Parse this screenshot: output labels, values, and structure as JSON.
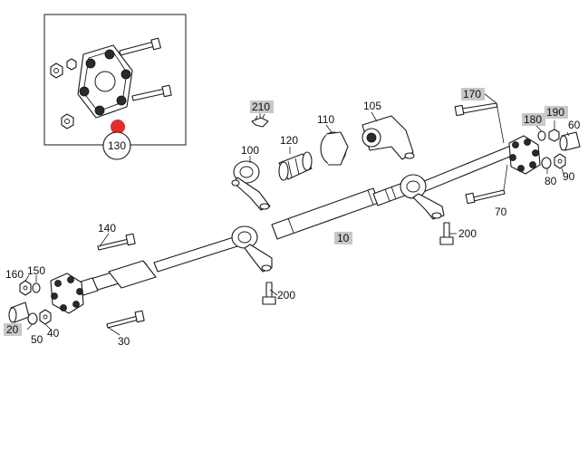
{
  "inset": {
    "callout": "130",
    "marker_color": "#e52b2b"
  },
  "labels": {
    "p10": "10",
    "p20": "20",
    "p30": "30",
    "p40": "40",
    "p50": "50",
    "p60": "60",
    "p70": "70",
    "p80": "80",
    "p90": "90",
    "p100": "100",
    "p105": "105",
    "p110": "110",
    "p120": "120",
    "p140": "140",
    "p150": "150",
    "p160": "160",
    "p170": "170",
    "p180": "180",
    "p190": "190",
    "p200a": "200",
    "p200b": "200",
    "p210": "210"
  },
  "colors": {
    "highlight": "#c8c8c8",
    "line": "#1a1a1a"
  }
}
